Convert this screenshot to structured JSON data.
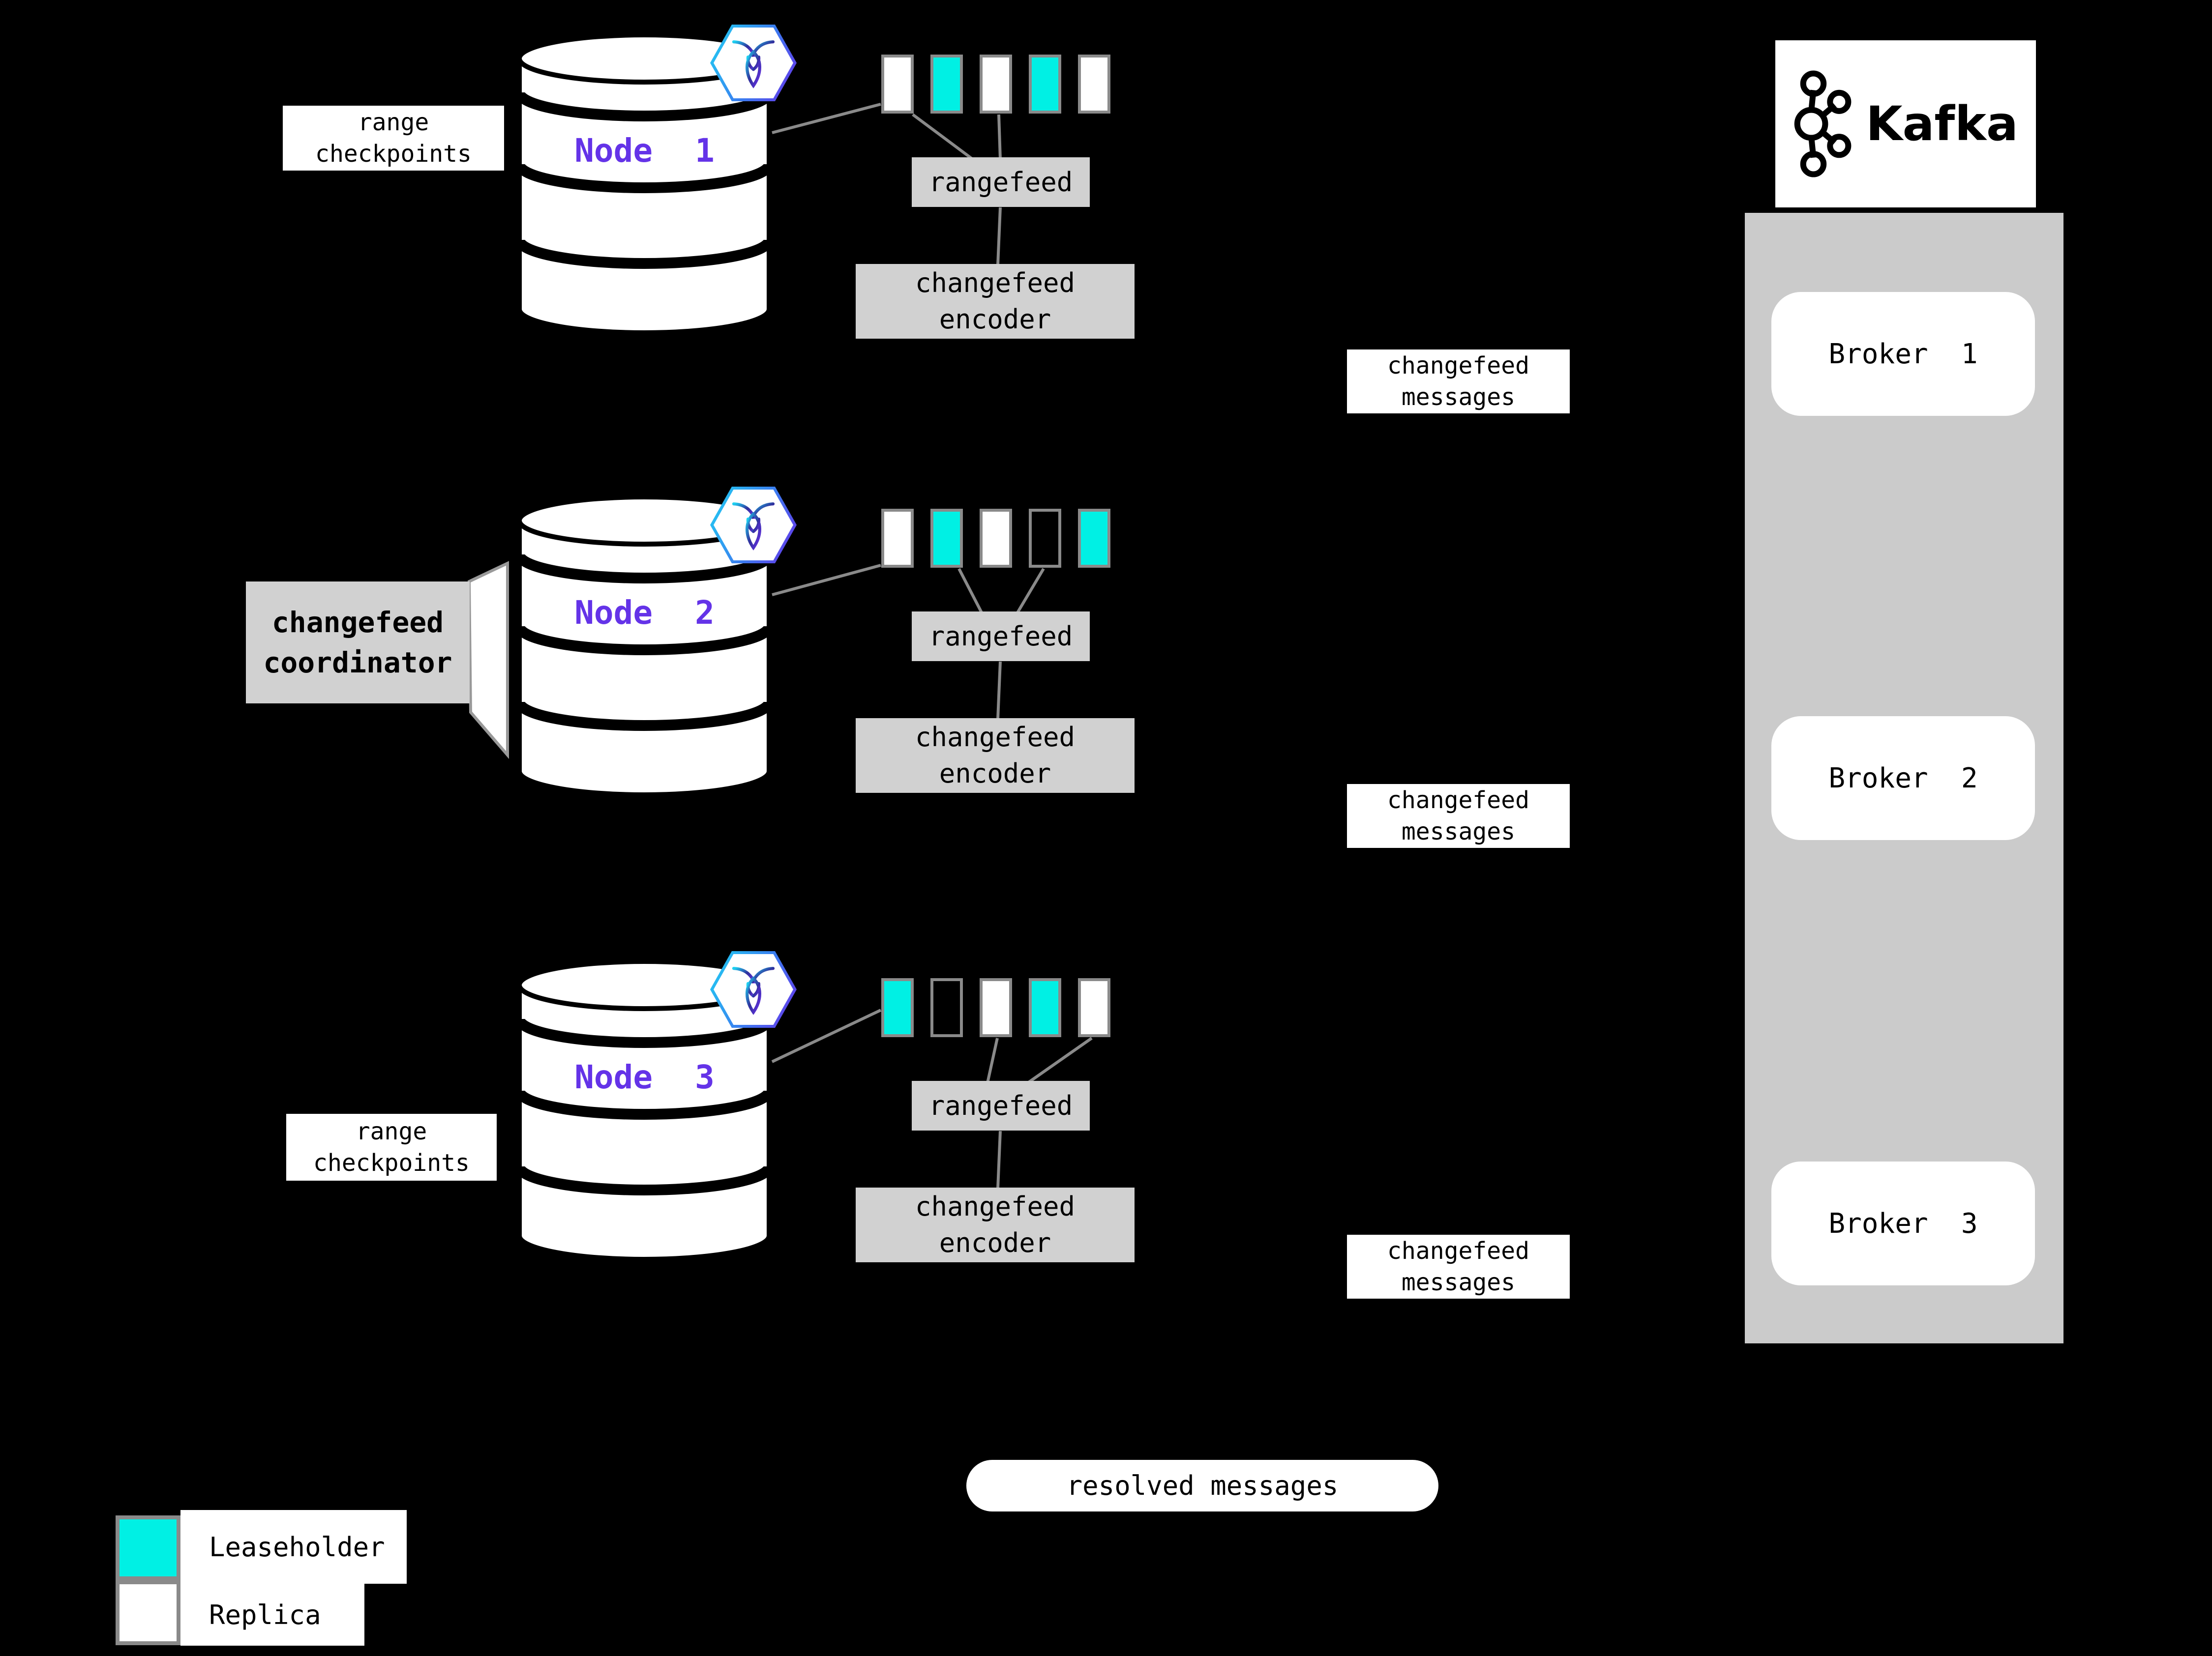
{
  "colors": {
    "leaseholder": "#00F0E4",
    "replica": "#FFFFFF",
    "box_gray": "#D1D1D1",
    "panel_gray": "#CBCBCB",
    "border_gray": "#8A8A8A",
    "line_gray": "#8A8A8A",
    "node_purple": "#6433E8",
    "background": "#000000"
  },
  "labels": {
    "range_checkpoints": [
      "range",
      "checkpoints"
    ],
    "changefeed_coordinator": [
      "changefeed",
      "coordinator"
    ],
    "changefeed_messages": [
      "changefeed",
      "messages"
    ],
    "resolved_messages": "resolved messages"
  },
  "nodes": [
    {
      "name": "Node 1",
      "rangefeed": "rangefeed",
      "encoder": [
        "changefeed",
        "encoder"
      ],
      "blocks": [
        "replica",
        "leaseholder",
        "replica",
        "leaseholder",
        "replica"
      ]
    },
    {
      "name": "Node 2",
      "rangefeed": "rangefeed",
      "encoder": [
        "changefeed",
        "encoder"
      ],
      "blocks": [
        "replica",
        "leaseholder",
        "replica",
        "empty",
        "leaseholder"
      ]
    },
    {
      "name": "Node 3",
      "rangefeed": "rangefeed",
      "encoder": [
        "changefeed",
        "encoder"
      ],
      "blocks": [
        "leaseholder",
        "empty",
        "replica",
        "leaseholder",
        "replica"
      ]
    }
  ],
  "kafka": {
    "brand": "Kafka",
    "brokers": [
      "Broker 1",
      "Broker 2",
      "Broker 3"
    ]
  },
  "legend": [
    {
      "label": "Leaseholder",
      "type": "leaseholder"
    },
    {
      "label": "Replica",
      "type": "replica"
    }
  ]
}
